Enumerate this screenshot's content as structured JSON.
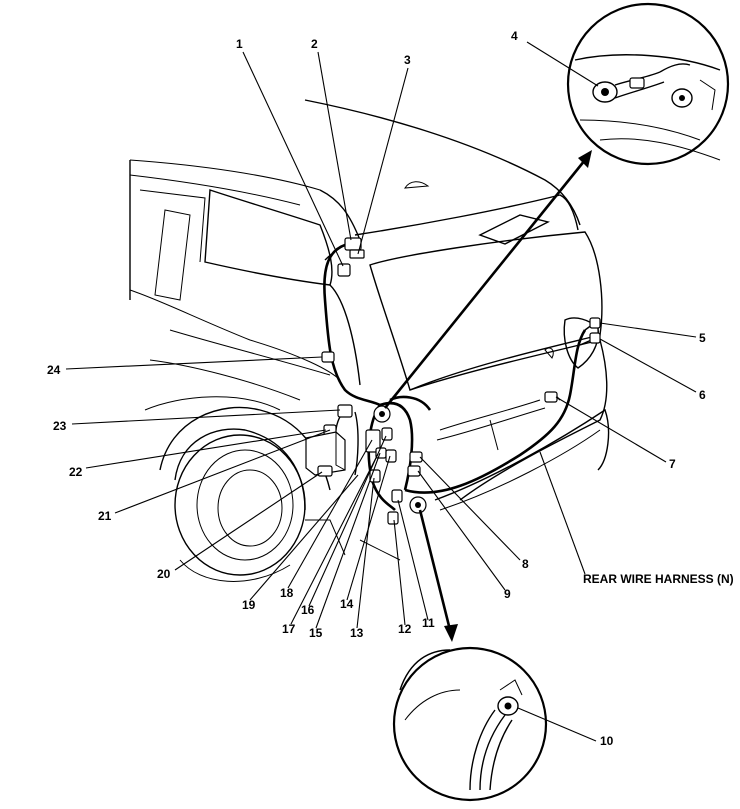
{
  "diagram": {
    "harness_label": "REAR WIRE HARNESS (N)",
    "callouts": [
      {
        "id": "1",
        "text": "1"
      },
      {
        "id": "2",
        "text": "2"
      },
      {
        "id": "3",
        "text": "3"
      },
      {
        "id": "4",
        "text": "4"
      },
      {
        "id": "5",
        "text": "5"
      },
      {
        "id": "6",
        "text": "6"
      },
      {
        "id": "7",
        "text": "7"
      },
      {
        "id": "8",
        "text": "8"
      },
      {
        "id": "9",
        "text": "9"
      },
      {
        "id": "10",
        "text": "10"
      },
      {
        "id": "11",
        "text": "11"
      },
      {
        "id": "12",
        "text": "12"
      },
      {
        "id": "13",
        "text": "13"
      },
      {
        "id": "14",
        "text": "14"
      },
      {
        "id": "15",
        "text": "15"
      },
      {
        "id": "16",
        "text": "16"
      },
      {
        "id": "17",
        "text": "17"
      },
      {
        "id": "18",
        "text": "18"
      },
      {
        "id": "19",
        "text": "19"
      },
      {
        "id": "20",
        "text": "20"
      },
      {
        "id": "21",
        "text": "21"
      },
      {
        "id": "22",
        "text": "22"
      },
      {
        "id": "23",
        "text": "23"
      },
      {
        "id": "24",
        "text": "24"
      }
    ]
  }
}
